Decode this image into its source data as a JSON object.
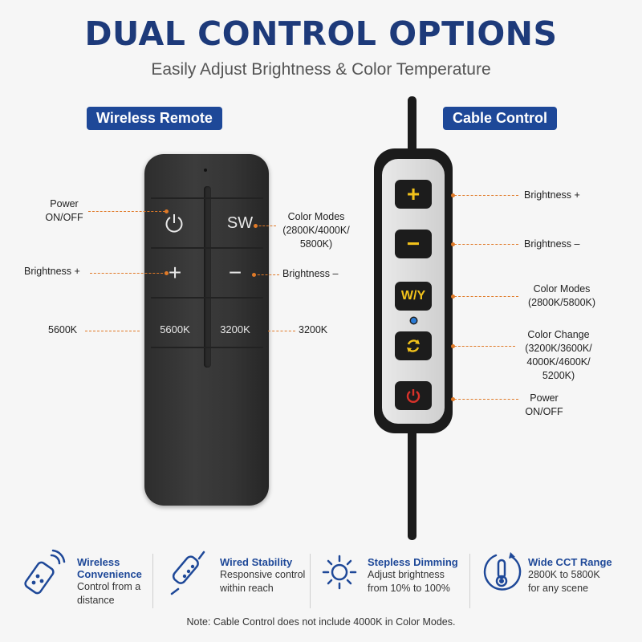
{
  "header": {
    "title": "DUAL CONTROL OPTIONS",
    "subtitle": "Easily Adjust Brightness & Color Temperature"
  },
  "wireless": {
    "tag": "Wireless Remote",
    "buttons": {
      "power": "",
      "sw": "SW",
      "plus": "+",
      "minus": "−",
      "k5600": "5600K",
      "k3200": "3200K"
    },
    "labels": {
      "power": [
        "Power",
        "ON/OFF"
      ],
      "color_modes": [
        "Color Modes",
        "(2800K/4000K/",
        "5800K)"
      ],
      "brightness_plus": "Brightness +",
      "brightness_minus": "Brightness –",
      "k5600": "5600K",
      "k3200": "3200K"
    }
  },
  "cable": {
    "tag": "Cable Control",
    "buttons": {
      "plus": "+",
      "minus": "−",
      "wy": "W/Y"
    },
    "labels": {
      "brightness_plus": "Brightness +",
      "brightness_minus": "Brightness –",
      "color_modes": [
        "Color Modes",
        "(2800K/5800K)"
      ],
      "color_change": [
        "Color Change",
        "(3200K/3600K/",
        "4000K/4600K/",
        "5200K)"
      ],
      "power": [
        "Power",
        "ON/OFF"
      ]
    }
  },
  "features": [
    {
      "title": [
        "Wireless",
        "Convenience"
      ],
      "desc": [
        "Control from a",
        "distance"
      ],
      "icon": "remote-icon"
    },
    {
      "title": [
        "Wired Stability"
      ],
      "desc": [
        "Responsive control",
        "within reach"
      ],
      "icon": "cable-control-icon"
    },
    {
      "title": [
        "Stepless Dimming"
      ],
      "desc": [
        "Adjust brightness",
        "from 10% to 100%"
      ],
      "icon": "sun-icon"
    },
    {
      "title": [
        "Wide CCT Range"
      ],
      "desc": [
        "2800K to 5800K",
        "for any scene"
      ],
      "icon": "thermometer-icon"
    }
  ],
  "note": "Note: Cable Control does not include 4000K in Color Modes.",
  "colors": {
    "brand_blue": "#1e4898",
    "leader_orange": "#e07a28",
    "yellow": "#f2c21b",
    "red": "#d8322a"
  }
}
